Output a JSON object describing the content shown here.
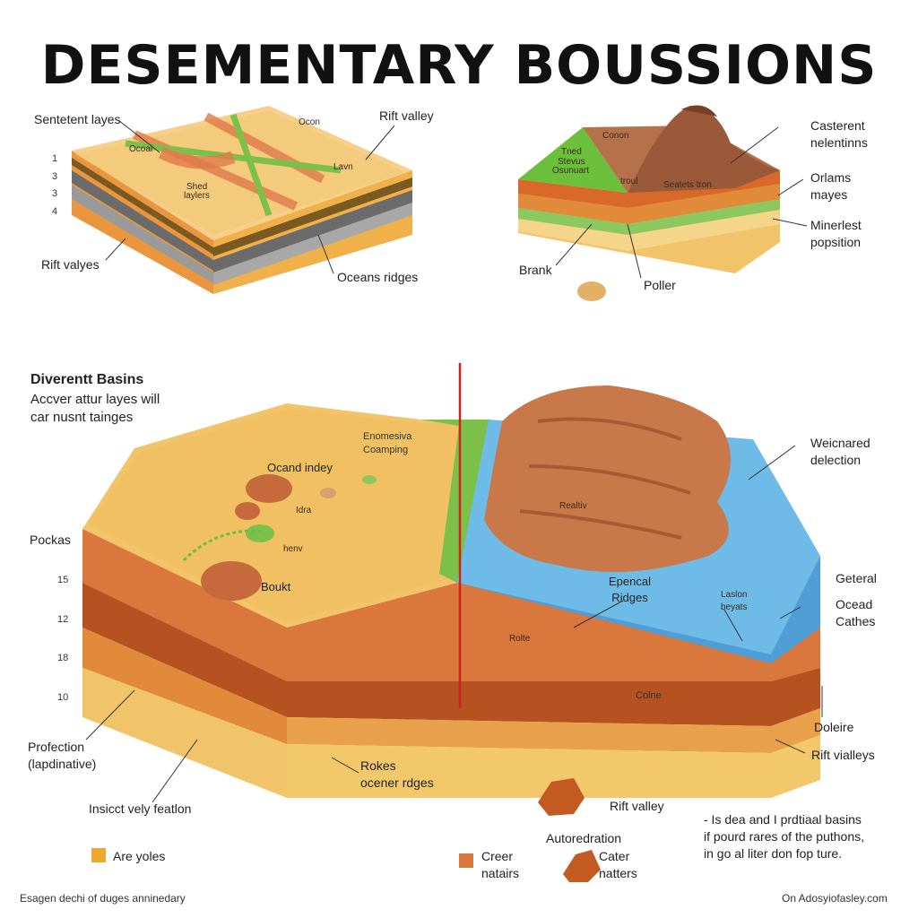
{
  "title": "DESEMENTARY BOUSSIONS",
  "top_left": {
    "label_sediment": "Sentetent layes",
    "label_rift_valley": "Rift valley",
    "label_rift_valyes": "Rift valyes",
    "label_oceans_ridges": "Oceans ridges",
    "numbers": [
      "1",
      "3",
      "3",
      "4"
    ],
    "inner_ocean": "Ocon",
    "inner_ocoai": "Ocoai",
    "inner_shed": "Shed",
    "inner_layers": "laylers",
    "inner_lavn": "Lavn"
  },
  "top_right": {
    "label_casterent": "Casterent",
    "label_nelentinns": "nelentinns",
    "label_orlams": "Orlams",
    "label_mayes": "mayes",
    "label_minerlest": "Minerlest",
    "label_popsition": "popsition",
    "label_brank": "Brank",
    "label_poller": "Poller",
    "inner_conon": "Conon",
    "inner_tned": "Tned",
    "inner_stevus": "Stevus",
    "inner_osunuart": "Osunuart",
    "inner_troul": "troul",
    "inner_seatets": "Seatets tron"
  },
  "main": {
    "heading": "Diverentt Basins",
    "subheading_1": "Accver attur layes will",
    "subheading_2": "car nusnt tainges",
    "label_enomesive": "Enomesiva",
    "label_coamping": "Coamping",
    "label_ocand_indey": "Ocand indey",
    "label_idra": "Idra",
    "label_henv": "henv",
    "label_boukt": "Boukt",
    "label_pockas": "Pockas",
    "depth_ticks": [
      "15",
      "12",
      "18",
      "10"
    ],
    "label_profection_1": "Profection",
    "label_profection_2": "(lapdinative)",
    "label_insicct": "Insicct vely featlon",
    "label_rokes": "Rokes",
    "label_ocener_rdges": "ocener rdges",
    "label_rolte": "Rolte",
    "label_weicnared_1": "Weicnared",
    "label_weicnared_2": "delection",
    "label_realtiv": "Realtiv",
    "label_epencal_1": "Epencal",
    "label_epencal_2": "Ridges",
    "label_laslon_1": "Laslon",
    "label_laslon_2": "beyats",
    "label_geteral": "Geteral",
    "label_ocead": "Ocead",
    "label_cathes": "Cathes",
    "label_colne": "Colne",
    "label_doleire": "Doleire",
    "label_rift_vialleys": "Rift vialleys"
  },
  "bottom": {
    "legend_are_yoles": "Are yoles",
    "legend_creer_1": "Creer",
    "legend_creer_2": "natairs",
    "label_autoredration": "Autoredration",
    "label_cater_1": "Cater",
    "label_cater_2": "natters",
    "label_rift_valley": "Rift valley",
    "note_1": "- Is dea and I prdtiaal basins",
    "note_2": "if pourd rares of the puthons,",
    "note_3": "in go al liter don fop ture.",
    "footer_left": "Esagen dechi of duges anninedary",
    "footer_right": "On Adosyiofasley.com"
  },
  "colors": {
    "sand": "#f2c46a",
    "orange_layer": "#e07a2c",
    "rust_layer": "#b5521f",
    "gray_layer": "#7d7d7d",
    "green": "#6bbf3a",
    "water": "#5fb3e6",
    "rock": "#c9784a",
    "red_line": "#d21f1f",
    "swatch_yellow": "#f0a830",
    "swatch_brown": "#d9773c"
  }
}
